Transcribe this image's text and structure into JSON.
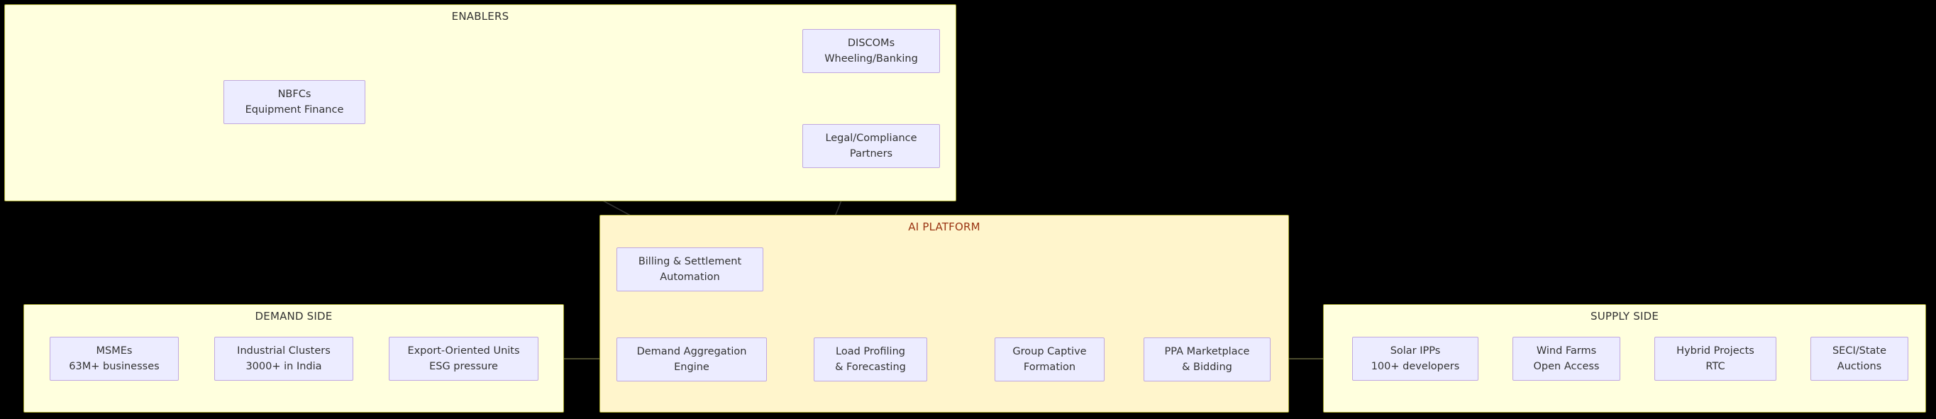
{
  "diagram": {
    "type": "flowchart",
    "background": "#000000",
    "cluster_fill_light": "#ffffde",
    "cluster_fill_platform": "#fff5cc",
    "cluster_border": "#aaaa33",
    "node_fill": "#ececff",
    "node_border": "#c0a8e0",
    "platform_title_color": "#9a3412",
    "text_color": "#333333"
  },
  "clusters": {
    "enablers": {
      "title": "ENABLERS",
      "nodes": [
        {
          "id": "nbfcs",
          "line1": "NBFCs",
          "line2": "Equipment Finance"
        },
        {
          "id": "discoms",
          "line1": "DISCOMs",
          "line2": "Wheeling/Banking"
        },
        {
          "id": "legal",
          "line1": "Legal/Compliance",
          "line2": "Partners"
        }
      ]
    },
    "platform": {
      "title": "AI PLATFORM",
      "nodes": [
        {
          "id": "billing",
          "line1": "Billing & Settlement",
          "line2": "Automation"
        },
        {
          "id": "aggregation",
          "line1": "Demand Aggregation",
          "line2": "Engine"
        },
        {
          "id": "loadprofile",
          "line1": "Load Profiling",
          "line2": "& Forecasting"
        },
        {
          "id": "captive",
          "line1": "Group Captive",
          "line2": "Formation"
        },
        {
          "id": "ppa",
          "line1": "PPA Marketplace",
          "line2": "& Bidding"
        }
      ]
    },
    "demand": {
      "title": "DEMAND SIDE",
      "nodes": [
        {
          "id": "msmes",
          "line1": "MSMEs",
          "line2": "63M+ businesses"
        },
        {
          "id": "clusters",
          "line1": "Industrial Clusters",
          "line2": "3000+ in India"
        },
        {
          "id": "export",
          "line1": "Export-Oriented Units",
          "line2": "ESG pressure"
        }
      ]
    },
    "supply": {
      "title": "SUPPLY SIDE",
      "nodes": [
        {
          "id": "solar",
          "line1": "Solar IPPs",
          "line2": "100+ developers"
        },
        {
          "id": "wind",
          "line1": "Wind Farms",
          "line2": "Open Access"
        },
        {
          "id": "hybrid",
          "line1": "Hybrid Projects",
          "line2": "RTC"
        },
        {
          "id": "seci",
          "line1": "SECI/State",
          "line2": "Auctions"
        }
      ]
    }
  },
  "edges": [
    {
      "id": "edge-demand-to-platform",
      "from": "export",
      "to": "aggregation"
    },
    {
      "id": "edge-aggregation-to-loadprofile",
      "from": "aggregation",
      "to": "loadprofile"
    },
    {
      "id": "edge-loadprofile-to-captive",
      "from": "loadprofile",
      "to": "captive"
    },
    {
      "id": "edge-captive-to-ppa",
      "from": "captive",
      "to": "ppa"
    },
    {
      "id": "edge-ppa-to-supply",
      "from": "ppa",
      "to": "solar"
    },
    {
      "id": "edge-enablers-to-platform",
      "from": "nbfcs",
      "to": "billing"
    },
    {
      "id": "edge-billing-to-legal",
      "from": "billing",
      "to": "legal"
    },
    {
      "id": "edge-legal-to-discoms",
      "from": "legal",
      "to": "discoms"
    }
  ]
}
